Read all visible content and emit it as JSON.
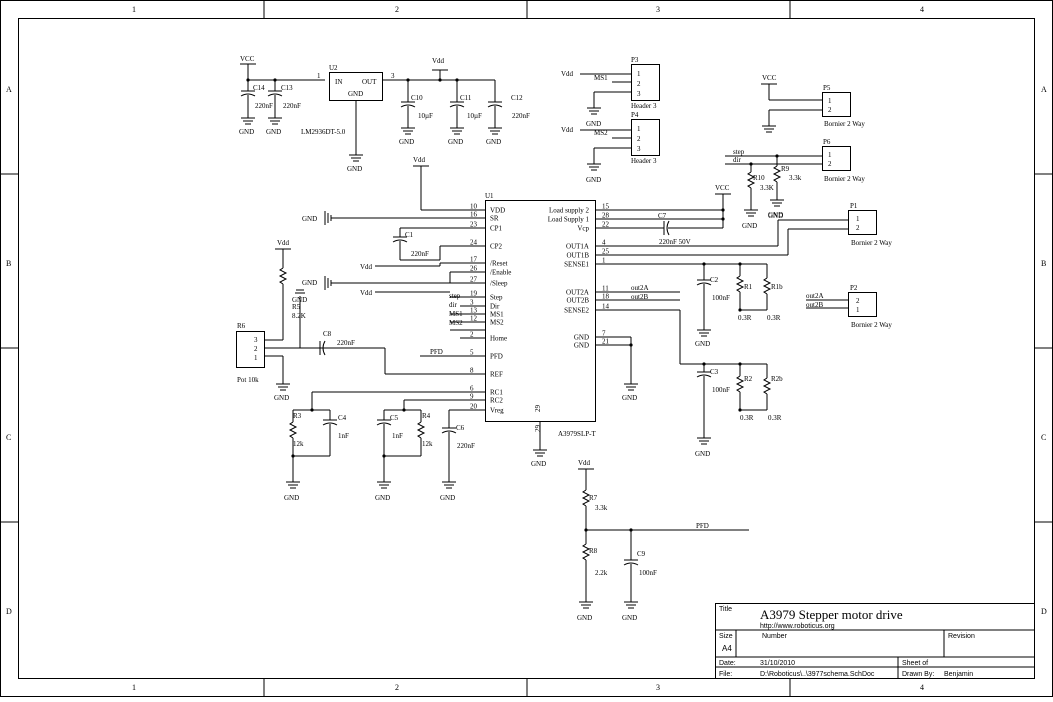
{
  "frame": {
    "columns": [
      "1",
      "2",
      "3",
      "4"
    ],
    "rows": [
      "A",
      "B",
      "C",
      "D"
    ]
  },
  "title_block": {
    "title_label": "Title",
    "title": "A3979 Stepper motor drive",
    "url": "http://www.roboticus.org",
    "size_label": "Size",
    "size": "A4",
    "number_label": "Number",
    "revision_label": "Revision",
    "date_label": "Date:",
    "date": "31/10/2010",
    "sheet_label": "Sheet   of",
    "file_label": "File:",
    "file": "D:\\Roboticus\\..\\3977schema.SchDoc",
    "drawn_label": "Drawn By:",
    "drawn_by": "Benjamin"
  },
  "regulator": {
    "ref": "U2",
    "in": "IN",
    "out": "OUT",
    "gnd": "GND",
    "pin_in": "1",
    "pin_out": "3",
    "part": "LM2936DT-5.0"
  },
  "power": {
    "vcc": "VCC",
    "vdd": "Vdd",
    "gnd": "GND"
  },
  "caps_supply": {
    "c14": "C14",
    "c13": "C13",
    "c14_val": "220nF",
    "c13_val": "220nF",
    "c10": "C10",
    "c10_val": "10µF",
    "c11": "C11",
    "c11_val": "10µF",
    "c12": "C12",
    "c12_val": "220nF"
  },
  "u1": {
    "ref": "U1",
    "part": "A3979SLP-T",
    "pin29": "29",
    "left_pins": [
      {
        "num": "10",
        "name": "VDD"
      },
      {
        "num": "16",
        "name": "SR"
      },
      {
        "num": "23",
        "name": "CP1"
      },
      {
        "num": "24",
        "name": "CP2"
      },
      {
        "num": "17",
        "name": "/Reset"
      },
      {
        "num": "26",
        "name": "/Enable"
      },
      {
        "num": "27",
        "name": "/Sleep"
      },
      {
        "num": "19",
        "name": "Step"
      },
      {
        "num": "3",
        "name": "Dir"
      },
      {
        "num": "13",
        "name": "MS1"
      },
      {
        "num": "12",
        "name": "MS2"
      },
      {
        "num": "2",
        "name": "Home"
      },
      {
        "num": "5",
        "name": "PFD"
      },
      {
        "num": "8",
        "name": "REF"
      },
      {
        "num": "6",
        "name": "RC1"
      },
      {
        "num": "9",
        "name": "RC2"
      },
      {
        "num": "20",
        "name": "Vreg"
      }
    ],
    "right_pins": [
      {
        "num": "15",
        "name": "Load supply 2"
      },
      {
        "num": "28",
        "name": "Load Supply 1"
      },
      {
        "num": "22",
        "name": "Vcp"
      },
      {
        "num": "4",
        "name": "OUT1A"
      },
      {
        "num": "25",
        "name": "OUT1B"
      },
      {
        "num": "1",
        "name": "SENSE1"
      },
      {
        "num": "11",
        "name": "OUT2A"
      },
      {
        "num": "18",
        "name": "OUT2B"
      },
      {
        "num": "14",
        "name": "SENSE2"
      },
      {
        "num": "7",
        "name": "GND"
      },
      {
        "num": "21",
        "name": "GND"
      }
    ]
  },
  "nets": {
    "step": "step",
    "dir": "dir",
    "ms1": "MS1",
    "ms2": "MS2",
    "pfd": "PFD",
    "out2a": "out2A",
    "out2b": "out2B"
  },
  "connectors": {
    "p3": "P3",
    "p4": "P4",
    "header3": "Header 3",
    "p5": "P5",
    "p6": "P6",
    "p1": "P1",
    "p2": "P2",
    "bornier": "Bornier 2 Way",
    "r6": "R6",
    "pot": "Pot 10k",
    "n1": "1",
    "n2": "2",
    "n3": "3"
  },
  "passives": {
    "c1": "C1",
    "c1_val": "220nF",
    "c7": "C7",
    "c7_val": "220nF 50V",
    "c8": "C8",
    "c8_val": "220nF",
    "r5": "R5",
    "r5_val": "8.2K",
    "r9": "R9",
    "r9_val": "3.3k",
    "r10": "R10",
    "r10_val": "3.3K",
    "r3": "R3",
    "r3_val": "12k",
    "c4": "C4",
    "c4_val": "1nF",
    "c5": "C5",
    "c5_val": "1nF",
    "r4": "R4",
    "r4_val": "12k",
    "c6": "C6",
    "c6_val": "220nF",
    "c2": "C2",
    "c2_val": "100nF",
    "r1": "R1",
    "r1b": "R1b",
    "r1_val": "0.3R",
    "c3": "C3",
    "c3_val": "100nF",
    "r2": "R2",
    "r2b": "R2b",
    "r2_val": "0.3R",
    "r7": "R7",
    "r7_val": "3.3k",
    "r8": "R8",
    "r8_val": "2.2k",
    "c9": "C9",
    "c9_val": "100nF"
  }
}
